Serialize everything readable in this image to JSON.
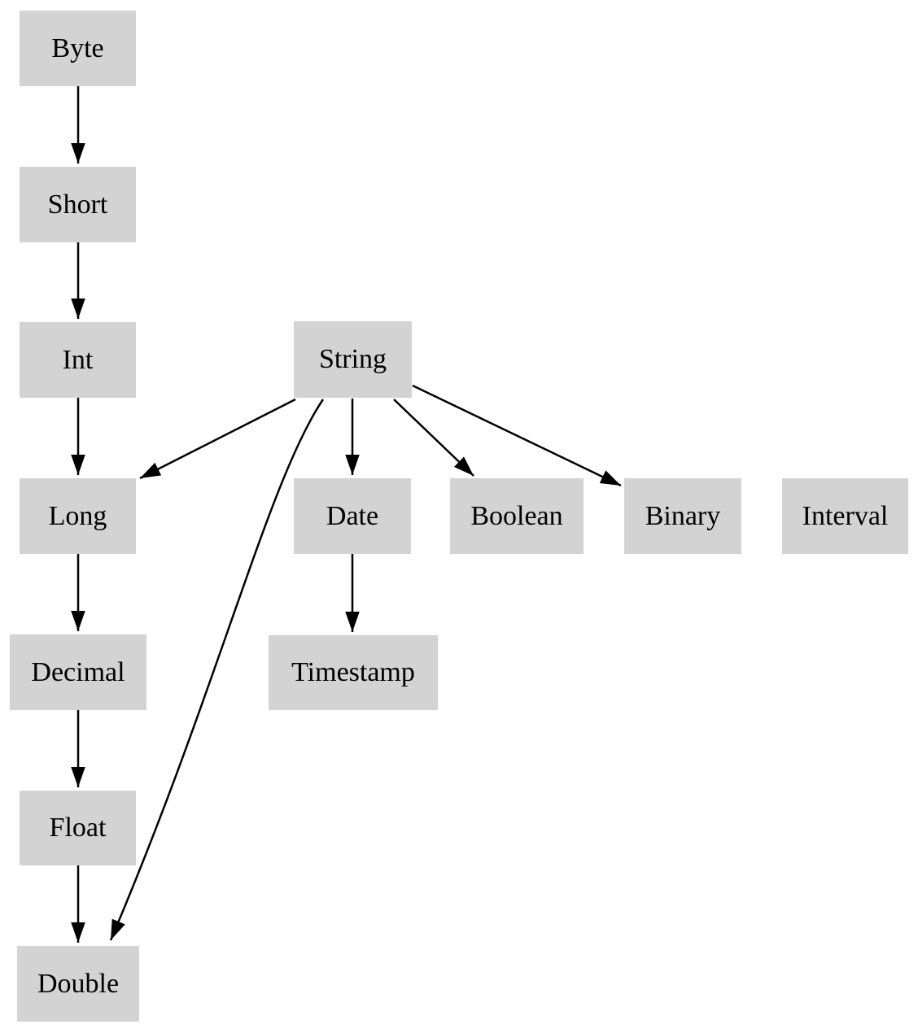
{
  "diagram": {
    "description": "Type promotion directed graph",
    "colors": {
      "background": "#ffffff",
      "node_fill": "#d3d3d3",
      "edge": "#000000",
      "text": "#000000"
    },
    "nodes": [
      {
        "id": "byte",
        "label": "Byte"
      },
      {
        "id": "short",
        "label": "Short"
      },
      {
        "id": "int",
        "label": "Int"
      },
      {
        "id": "string",
        "label": "String"
      },
      {
        "id": "long",
        "label": "Long"
      },
      {
        "id": "date",
        "label": "Date"
      },
      {
        "id": "boolean",
        "label": "Boolean"
      },
      {
        "id": "binary",
        "label": "Binary"
      },
      {
        "id": "interval",
        "label": "Interval"
      },
      {
        "id": "decimal",
        "label": "Decimal"
      },
      {
        "id": "timestamp",
        "label": "Timestamp"
      },
      {
        "id": "float",
        "label": "Float"
      },
      {
        "id": "double",
        "label": "Double"
      }
    ],
    "edges": [
      {
        "from": "Byte",
        "to": "Short"
      },
      {
        "from": "Short",
        "to": "Int"
      },
      {
        "from": "Int",
        "to": "Long"
      },
      {
        "from": "Long",
        "to": "Decimal"
      },
      {
        "from": "Decimal",
        "to": "Float"
      },
      {
        "from": "Float",
        "to": "Double"
      },
      {
        "from": "String",
        "to": "Long"
      },
      {
        "from": "String",
        "to": "Date"
      },
      {
        "from": "String",
        "to": "Boolean"
      },
      {
        "from": "String",
        "to": "Binary"
      },
      {
        "from": "String",
        "to": "Double"
      },
      {
        "from": "Date",
        "to": "Timestamp"
      }
    ]
  }
}
